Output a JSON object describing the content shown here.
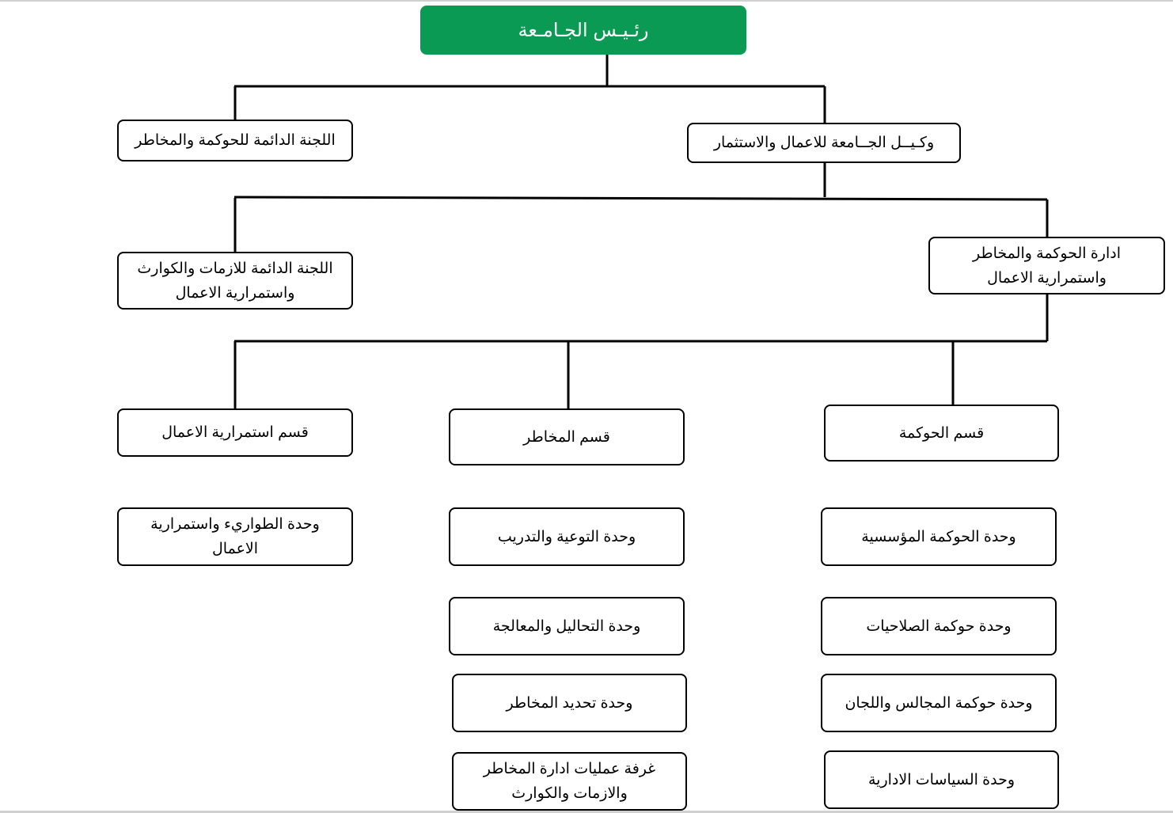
{
  "president": "رئـيـس الجـامـعة",
  "vice_president": "وكـيــل الجــامعة للاعمال والاستثمار",
  "committee_governance": "اللجنة الدائمة للحوكمة والمخاطر",
  "committee_crisis": "اللجنة الدائمة للازمات والكوارث واستمرارية الاعمال",
  "governance_admin": "ادارة الحوكمة والمخاطر واستمرارية الاعمال",
  "departments": {
    "governance": "قسم الحوكمة",
    "risks": "قسم المخاطر",
    "continuity": "قسم استمرارية الاعمال"
  },
  "governance_units": [
    "وحدة الحوكمة المؤسسية",
    "وحدة حوكمة الصلاحيات",
    "وحدة حوكمة المجالس واللجان",
    "وحدة السياسات الادارية"
  ],
  "risk_units": [
    "وحدة التوعية والتدريب",
    "وحدة التحاليل والمعالجة",
    "وحدة تحديد المخاطر",
    "غرفة عمليات ادارة المخاطر والازمات والكوارث"
  ],
  "continuity_units": [
    "وحدة الطواريء واستمرارية الاعمال"
  ],
  "colors": {
    "header_green": "#0b9a54",
    "border": "#000000"
  }
}
